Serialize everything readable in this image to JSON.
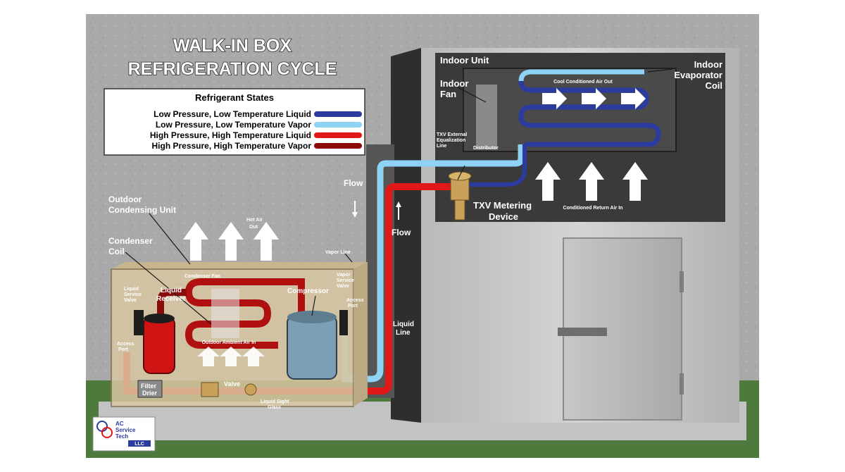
{
  "title": {
    "line1": "WALK-IN BOX",
    "line2": "REFRIGERATION CYCLE"
  },
  "legend": {
    "title": "Refrigerant States",
    "items": [
      {
        "label": "Low Pressure, Low Temperature Liquid",
        "color": "#2b3c9e"
      },
      {
        "label": "Low Pressure, Low Temperature Vapor",
        "color": "#8fd3f4"
      },
      {
        "label": "High Pressure, High Temperature Liquid",
        "color": "#e01818"
      },
      {
        "label": "High Pressure, High Temperature Vapor",
        "color": "#8b0a0a"
      }
    ]
  },
  "labels": {
    "indoor_unit": "Indoor Unit",
    "indoor_fan_1": "Indoor",
    "indoor_fan_2": "Fan",
    "indoor_evap_1": "Indoor",
    "indoor_evap_2": "Evaporator",
    "indoor_evap_3": "Coil",
    "cool_air_out": "Cool Conditioned Air Out",
    "return_air_in": "Conditioned Return Air In",
    "txv_1": "TXV Metering",
    "txv_2": "Device",
    "txv_bulb_1": "TXV External",
    "txv_bulb_2": "Equalization",
    "txv_bulb_3": "Line",
    "distributor": "Distributor",
    "flow": "Flow",
    "flow2": "Flow",
    "vapor_line": "Vapor Line",
    "liquid_line_1": "Liquid",
    "liquid_line_2": "Line",
    "outdoor_1": "Outdoor",
    "outdoor_2": "Condensing Unit",
    "condenser_1": "Condenser",
    "condenser_2": "Coil",
    "hot_air_1": "Hot Air",
    "hot_air_2": "Out",
    "liquid_receiver_1": "Liquid",
    "liquid_receiver_2": "Receiver",
    "compressor": "Compressor",
    "outdoor_air_in": "Outdoor Ambient Air In",
    "valve": "Valve",
    "filter_1": "Filter",
    "filter_2": "Drier",
    "sight_glass_1": "Liquid Sight",
    "sight_glass_2": "Glass",
    "condenser_fan": "Condenser Fan",
    "liquid_service_1": "Liquid",
    "liquid_service_2": "Service",
    "liquid_service_3": "Valve",
    "vapor_service_1": "Vapor",
    "vapor_service_2": "Service",
    "vapor_service_3": "Valve",
    "access_port_1": "Access",
    "access_port_2": "Port",
    "access_port_3": "Access",
    "access_port_4": "Port"
  },
  "logo": {
    "line1": "AC",
    "line2": "Service",
    "line3": "Tech",
    "line4": "LLC"
  },
  "colors": {
    "low_liquid": "#2b3c9e",
    "low_vapor": "#8fd3f4",
    "high_liquid": "#e01818",
    "high_vapor": "#8b0a0a",
    "concrete": "#a9a9a9",
    "grass": "#4f7a3d",
    "box_panel": "#bdbdbd",
    "dark_interior": "#333333"
  }
}
